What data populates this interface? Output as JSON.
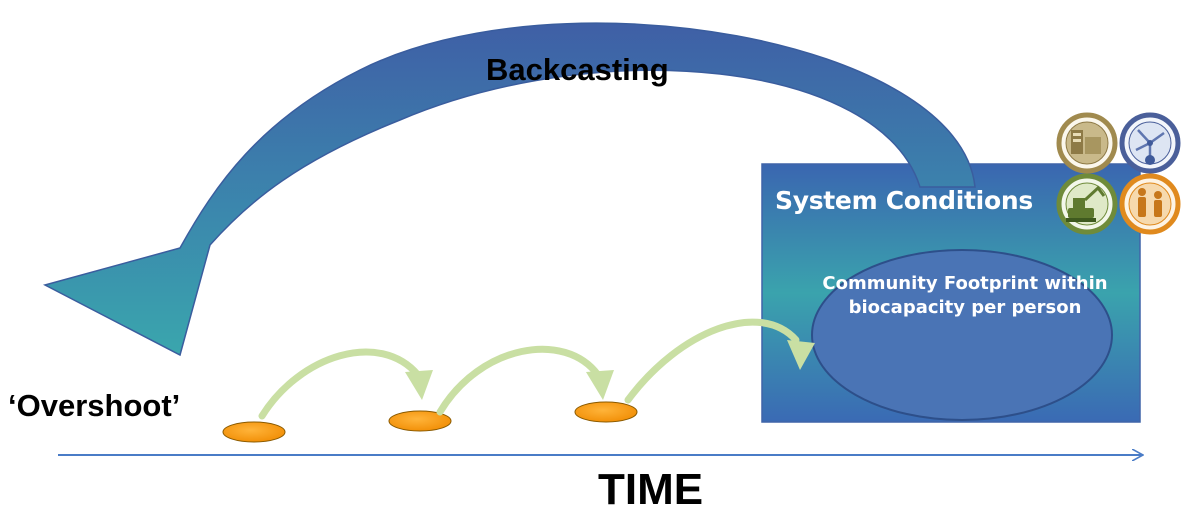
{
  "labels": {
    "backcasting": "Backcasting",
    "overshoot": "‘Overshoot’",
    "time": "TIME",
    "system_conditions": "System Conditions",
    "goal": "Community Footprint within biocapacity per person"
  },
  "icons": [
    "transport-icon",
    "network-icon",
    "excavator-icon",
    "people-icon"
  ],
  "colors": {
    "box_top": "#3a66b0",
    "box_mid": "#3aa3ad",
    "box_bottom": "#3a6ab4",
    "big_arrow_top": "#3f63a8",
    "big_arrow_bottom": "#3aa0ac",
    "ellipse_fill": "#4a74b5",
    "ellipse_stroke": "#2d4f8a",
    "step_arrow": "#c9dfa3",
    "step_marker": "#f79a0d",
    "time_axis": "#4a7cc7"
  }
}
